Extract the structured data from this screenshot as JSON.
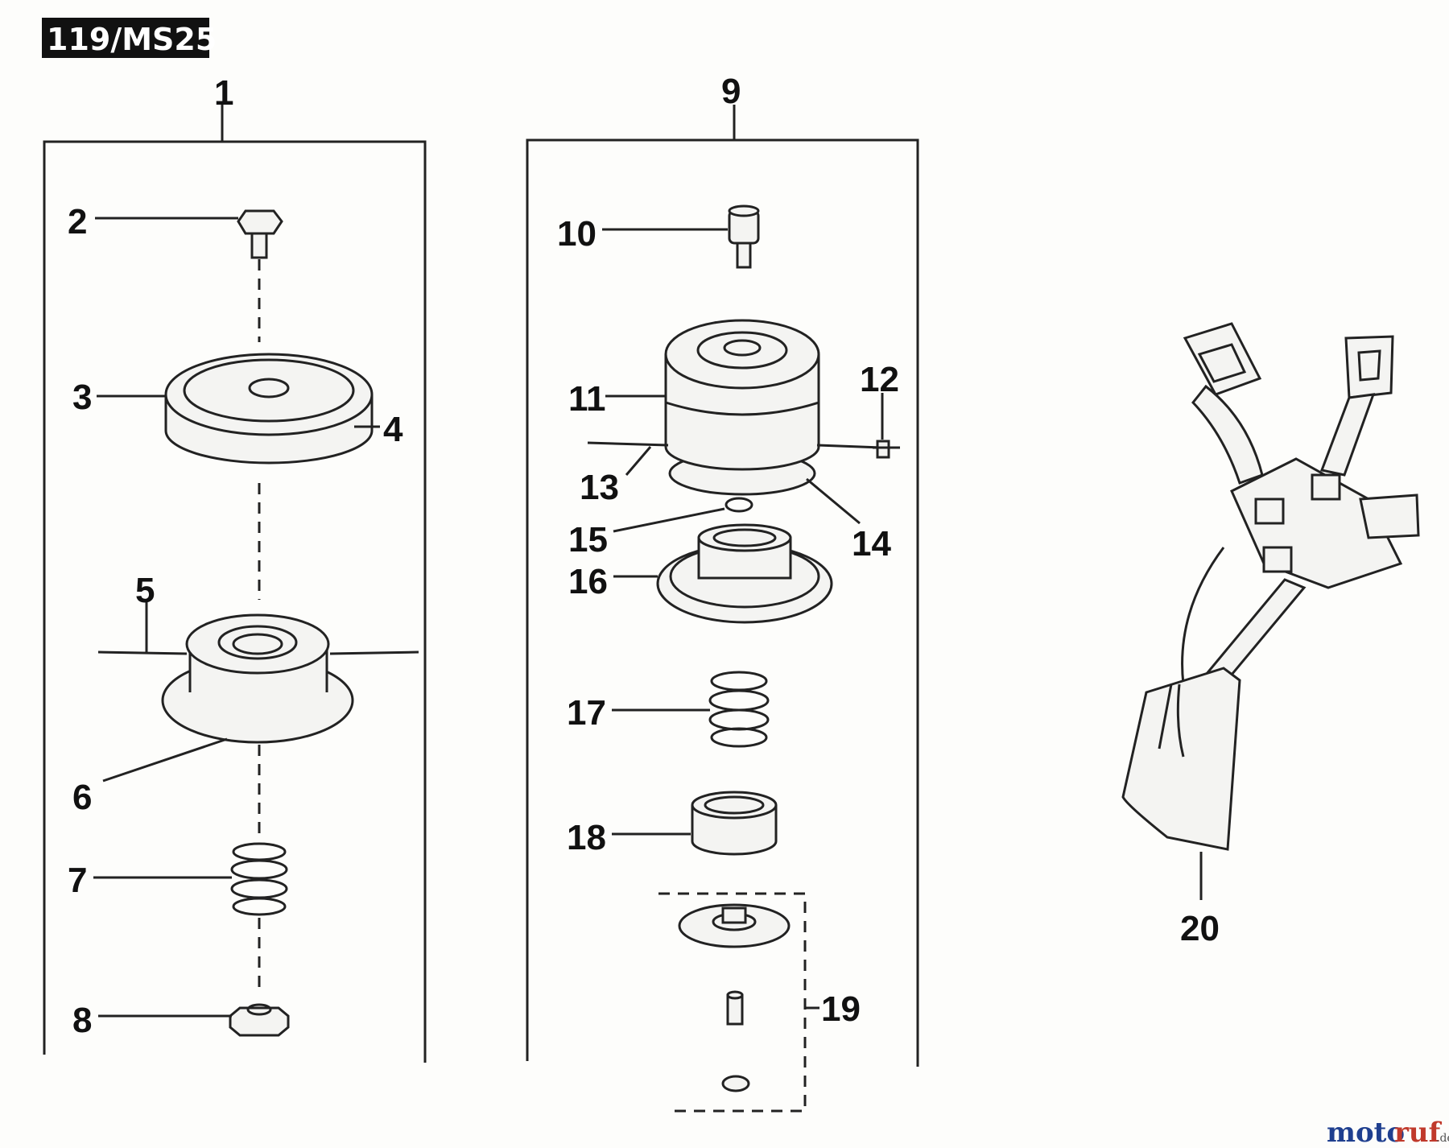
{
  "badge": "119/MS25",
  "logo": {
    "main": "moto",
    "accent": "ruf",
    "suffix": ".de"
  },
  "callouts": [
    "1",
    "2",
    "3",
    "4",
    "5",
    "6",
    "7",
    "8",
    "9",
    "10",
    "11",
    "12",
    "13",
    "14",
    "15",
    "16",
    "17",
    "18",
    "19",
    "20"
  ],
  "colors": {
    "ink": "#222222",
    "logo_blue": "#1f3f8f",
    "logo_red": "#c0392b",
    "paper": "#fdfdfb"
  },
  "icons": [
    "bolt-icon",
    "spool-cover-icon",
    "line-spool-icon",
    "spring-icon",
    "nut-icon",
    "cap-nut-icon",
    "trimmer-head-icon",
    "washer-icon",
    "spring-retainer-icon",
    "spool-base-icon",
    "harness-icon"
  ]
}
